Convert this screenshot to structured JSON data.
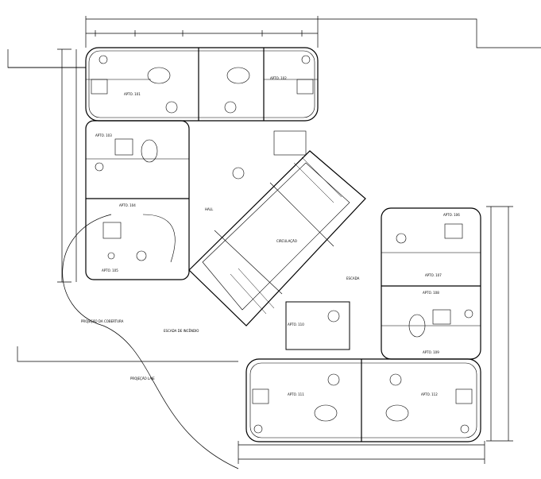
{
  "drawing": {
    "type": "architectural floor plan",
    "line_color": "#000000",
    "background": "#ffffff"
  },
  "labels": {
    "room_nw_1": "APTO. 101",
    "room_nw_2": "APTO. 102",
    "room_w_1": "APTO. 103",
    "room_w_2": "APTO. 104",
    "room_w_3": "APTO. 105",
    "core_1": "HALL",
    "core_2": "CIRCULAÇÃO",
    "core_3": "ESCADA",
    "room_e_1": "APTO. 106",
    "room_e_2": "APTO. 107",
    "room_e_3": "APTO. 108",
    "room_e_4": "APTO. 109",
    "room_se_1": "APTO. 110",
    "room_s_1": "APTO. 111",
    "room_s_2": "APTO. 112",
    "note_1": "PROJEÇÃO DA COBERTURA",
    "note_2": "PROJEÇÃO LAJE",
    "stair_note": "ESCADA DE INCÊNDIO"
  }
}
